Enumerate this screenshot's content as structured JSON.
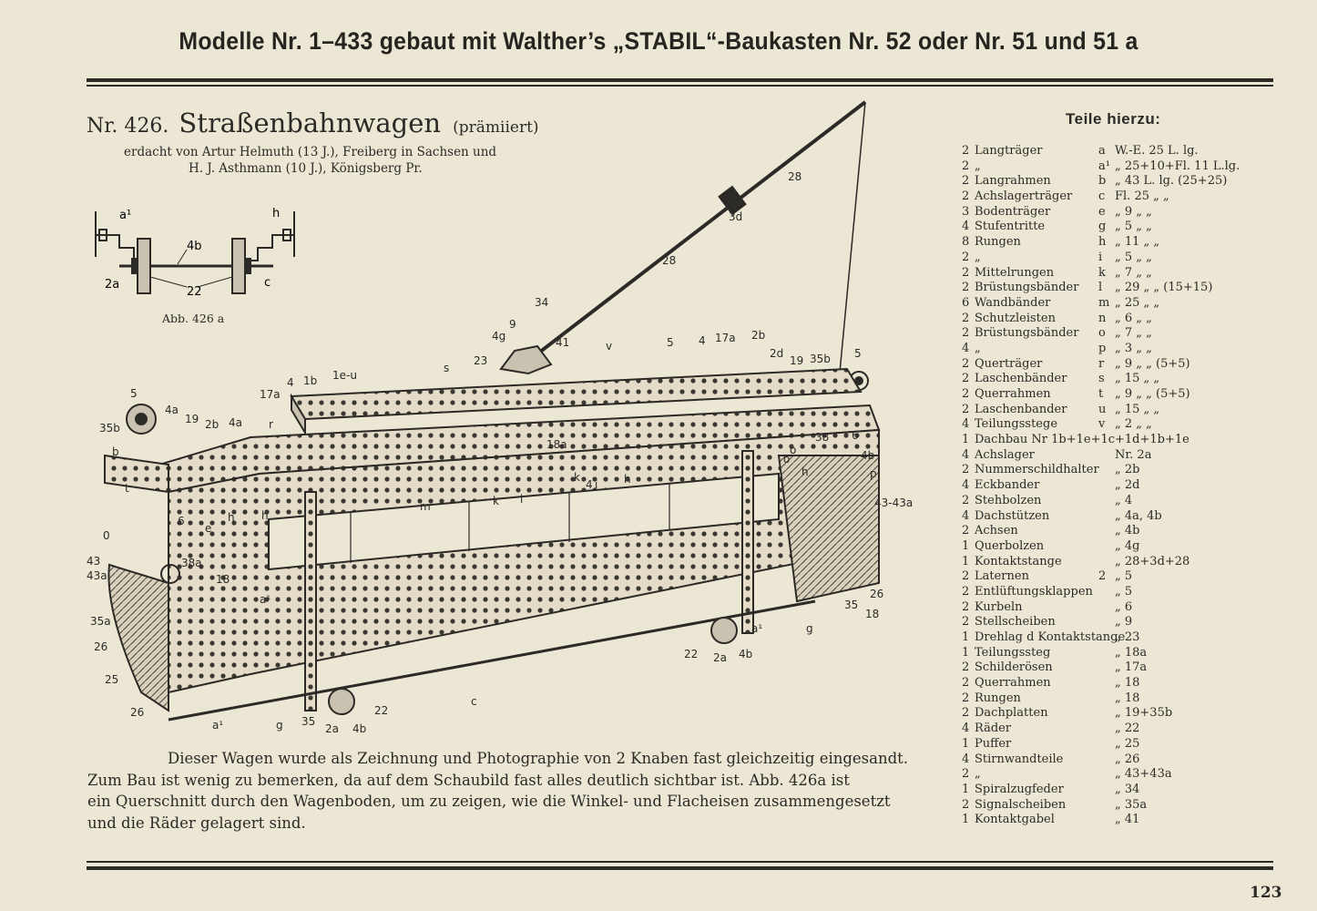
{
  "header": "Modelle Nr. 1–433 gebaut mit Walther’s „STABIL“-Baukasten Nr. 52 oder Nr. 51 und 51 a",
  "model": {
    "number": "Nr. 426.",
    "title": "Straßenbahnwagen",
    "note": "(prämiiert)",
    "credit_line1": "erdacht von Artur Helmuth (13 J.), Freiberg in Sachsen und",
    "credit_line2": "H. J. Asthmann (10 J.), Königsberg Pr."
  },
  "figure_small": {
    "caption": "Abb. 426 a",
    "labels": [
      "a¹",
      "h",
      "4b",
      "2a",
      "22",
      "c"
    ]
  },
  "figure_main": {
    "labels": [
      "28",
      "3d",
      "28",
      "34",
      "4g",
      "9",
      "41",
      "23",
      "v",
      "5",
      "4",
      "17a",
      "2b",
      "2d",
      "19",
      "35b",
      "5",
      "s",
      "4",
      "1b",
      "1e-u",
      "17a",
      "r",
      "5",
      "35b",
      "4a",
      "19",
      "2b",
      "4a",
      "b",
      "t",
      "o",
      "38",
      "6",
      "4b",
      "p",
      "43-43a",
      "h",
      "o",
      "18a",
      "k",
      "4",
      "i",
      "h",
      "m",
      "k",
      "l",
      "h",
      "h",
      "6",
      "0",
      "43",
      "43a",
      "38a",
      "18",
      "a¹",
      "35a",
      "26",
      "25",
      "26",
      "a¹",
      "g",
      "35",
      "2a",
      "4b",
      "22",
      "c",
      "22",
      "2a",
      "4b",
      "a¹",
      "g",
      "35",
      "26",
      "18",
      "e"
    ]
  },
  "description": [
    "Dieser Wagen wurde als Zeichnung und Photographie von 2 Knaben fast gleichzeitig eingesandt.",
    "Zum Bau ist wenig zu bemerken, da auf dem Schaubild fast alles deutlich sichtbar ist.  Abb. 426a ist",
    "ein Querschnitt durch den Wagenboden, um zu zeigen, wie die Winkel- und Flacheisen zusammengesetzt",
    "und die Räder gelagert sind."
  ],
  "parts_title": "Teile hierzu:",
  "parts": [
    {
      "qty": "2",
      "name": "Langträger",
      "code": "a",
      "spec": "W.-E.  25  L. lg."
    },
    {
      "qty": "2",
      "name": "„",
      "code": "a¹",
      "spec": "„    25+10+Fl. 11 L.lg."
    },
    {
      "qty": "2",
      "name": "Langrahmen",
      "code": "b",
      "spec": "„    43  L. lg.  (25+25)"
    },
    {
      "qty": "2",
      "name": "Achslagerträger",
      "code": "c",
      "spec": "Fl.   25  „  „"
    },
    {
      "qty": "3",
      "name": "Bodenträger",
      "code": "e",
      "spec": "„     9  „  „"
    },
    {
      "qty": "4",
      "name": "Stufentritte",
      "code": "g",
      "spec": "„     5  „  „"
    },
    {
      "qty": "8",
      "name": "Rungen",
      "code": "h",
      "spec": "„    11  „  „"
    },
    {
      "qty": "2",
      "name": "„",
      "code": "i",
      "spec": "„     5  „  „"
    },
    {
      "qty": "2",
      "name": "Mittelrungen",
      "code": "k",
      "spec": "„     7  „  „"
    },
    {
      "qty": "2",
      "name": "Brüstungsbänder",
      "code": "l",
      "spec": "„    29  „  „    (15+15)"
    },
    {
      "qty": "6",
      "name": "Wandbänder",
      "code": "m",
      "spec": "„    25  „  „"
    },
    {
      "qty": "2",
      "name": "Schutzleisten",
      "code": "n",
      "spec": "„     6  „  „"
    },
    {
      "qty": "2",
      "name": "Brüstungsbänder",
      "code": "o",
      "spec": "„     7  „  „"
    },
    {
      "qty": "4",
      "name": "„",
      "code": "p",
      "spec": "„     3  „  „"
    },
    {
      "qty": "2",
      "name": "Querträger",
      "code": "r",
      "spec": "„     9  „  „   (5+5)"
    },
    {
      "qty": "2",
      "name": "Laschenbänder",
      "code": "s",
      "spec": "„    15  „  „"
    },
    {
      "qty": "2",
      "name": "Querrahmen",
      "code": "t",
      "spec": "„     9  „  „   (5+5)"
    },
    {
      "qty": "2",
      "name": "Laschenbander",
      "code": "u",
      "spec": "„    15  „  „"
    },
    {
      "qty": "4",
      "name": "Teilungsstege",
      "code": "v",
      "spec": "„     2  „  „"
    },
    {
      "qty": "1",
      "name": "Dachbau Nr 1b+1e+1c+1d+1b+1e",
      "code": "",
      "spec": ""
    },
    {
      "qty": "4",
      "name": "Achslager",
      "code": "",
      "spec": "Nr.  2a"
    },
    {
      "qty": "2",
      "name": "Nummerschildhalter",
      "code": "",
      "spec": " „   2b"
    },
    {
      "qty": "4",
      "name": "Eckbander",
      "code": "",
      "spec": " „   2d"
    },
    {
      "qty": "2",
      "name": "Stehbolzen",
      "code": "",
      "spec": " „   4"
    },
    {
      "qty": "4",
      "name": "Dachstützen",
      "code": "",
      "spec": " „   4a, 4b"
    },
    {
      "qty": "2",
      "name": "Achsen",
      "code": "",
      "spec": " „   4b"
    },
    {
      "qty": "1",
      "name": "Querbolzen",
      "code": "",
      "spec": " „   4g"
    },
    {
      "qty": "1",
      "name": "Kontaktstange",
      "code": "",
      "spec": " „   28+3d+28"
    },
    {
      "qty": "2",
      "name": "Laternen",
      "code": "2",
      "spec": " „   5"
    },
    {
      "qty": "2",
      "name": "Entlüftungsklappen",
      "code": "",
      "spec": " „   5"
    },
    {
      "qty": "2",
      "name": "Kurbeln",
      "code": "",
      "spec": " „   6"
    },
    {
      "qty": "2",
      "name": "Stellscheiben",
      "code": "",
      "spec": " „   9"
    },
    {
      "qty": "1",
      "name": "Drehlag d Kontaktstange",
      "code": "",
      "spec": " „   23"
    },
    {
      "qty": "1",
      "name": "Teilungssteg",
      "code": "",
      "spec": " „   18a"
    },
    {
      "qty": "2",
      "name": "Schilderösen",
      "code": "",
      "spec": " „   17a"
    },
    {
      "qty": "2",
      "name": "Querrahmen",
      "code": "",
      "spec": " „   18"
    },
    {
      "qty": "2",
      "name": "Rungen",
      "code": "",
      "spec": " „   18"
    },
    {
      "qty": "2",
      "name": "Dachplatten",
      "code": "",
      "spec": " „   19+35b"
    },
    {
      "qty": "4",
      "name": "Räder",
      "code": "",
      "spec": " „   22"
    },
    {
      "qty": "1",
      "name": "Puffer",
      "code": "",
      "spec": " „   25"
    },
    {
      "qty": "4",
      "name": "Stirnwandteile",
      "code": "",
      "spec": " „   26"
    },
    {
      "qty": "2",
      "name": "„",
      "code": "",
      "spec": " „   43+43a"
    },
    {
      "qty": "1",
      "name": "Spiralzugfeder",
      "code": "",
      "spec": " „   34"
    },
    {
      "qty": "2",
      "name": "Signalscheiben",
      "code": "",
      "spec": " „   35a"
    },
    {
      "qty": "1",
      "name": "Kontaktgabel",
      "code": "",
      "spec": " „   41"
    }
  ],
  "page_number": "123"
}
